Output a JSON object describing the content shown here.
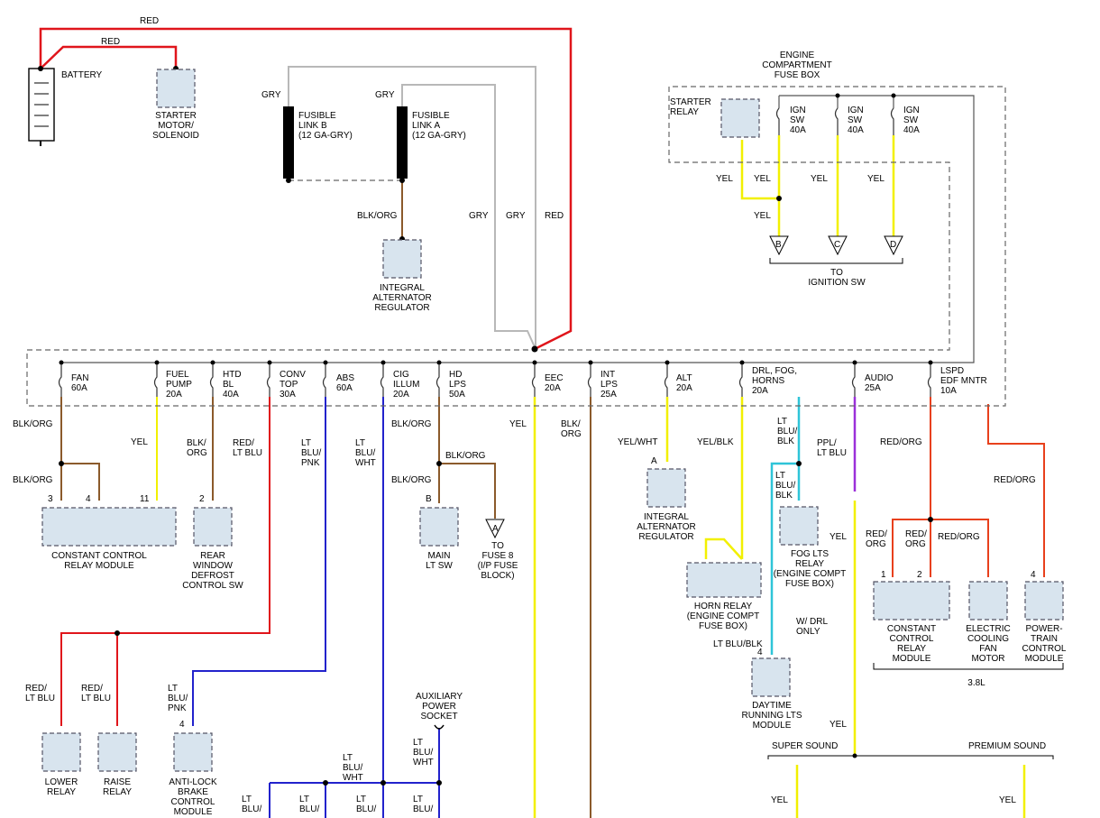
{
  "wire_labels": {
    "red": "RED",
    "gry": "GRY",
    "yel": "YEL",
    "blk_org": "BLK/ORG",
    "blk_org_split": "BLK/\nORG",
    "red_lt_blu": "RED/\nLT BLU",
    "lt_blu_pnk": "LT\nBLU/\nPNK",
    "lt_blu_wht": "LT\nBLU/\nWHT",
    "yel_wht": "YEL/WHT",
    "yel_blk": "YEL/BLK",
    "lt_blu_blk": "LT\nBLU/\nBLK",
    "lt_blu_blk_inline": "LT BLU/BLK",
    "ppl_lt_blu": "PPL/\nLT BLU",
    "red_org": "RED/ORG",
    "red_org_split": "RED/\nORG",
    "red_lt_blu_inline": "RED/\nLT BLU",
    "lt_blu_cut": "LT\nBLU/"
  },
  "components": {
    "battery": "BATTERY",
    "starter": "STARTER\nMOTOR/\nSOLENOID",
    "fusible_b": "FUSIBLE\nLINK B\n(12 GA-GRY)",
    "fusible_a": "FUSIBLE\nLINK A\n(12 GA-GRY)",
    "alt_reg_top": "INTEGRAL\nALTERNATOR\nREGULATOR",
    "engine_fuse_box": "ENGINE\nCOMPARTMENT\nFUSE BOX",
    "starter_relay": "STARTER\nRELAY",
    "to_ign": "TO\nIGNITION SW",
    "ccrm_left": "CONSTANT CONTROL\nRELAY MODULE",
    "rear_defrost": "REAR\nWINDOW\nDEFROST\nCONTROL SW",
    "main_lt_sw": "MAIN\nLT SW",
    "to_fuse8": "TO\nFUSE 8\n(I/P FUSE\nBLOCK)",
    "alt_reg_mid": "INTEGRAL\nALTERNATOR\nREGULATOR",
    "horn_relay": "HORN RELAY\n(ENGINE COMPT\nFUSE BOX)",
    "fog_relay": "FOG LTS\nRELAY\n(ENGINE COMPT\nFUSE BOX)",
    "w_drl": "W/ DRL\nONLY",
    "drl_module": "DAYTIME\nRUNNING LTS\nMODULE",
    "ccrm_right": "CONSTANT\nCONTROL\nRELAY\nMODULE",
    "cooling_fan": "ELECTRIC\nCOOLING\nFAN\nMOTOR",
    "pcm": "POWER-\nTRAIN\nCONTROL\nMODULE",
    "engine_38": "3.8L",
    "lower_relay": "LOWER\nRELAY",
    "raise_relay": "RAISE\nRELAY",
    "abs_module": "ANTI-LOCK\nBRAKE\nCONTROL\nMODULE",
    "aux_socket": "AUXILIARY\nPOWER\nSOCKET",
    "super_sound": "SUPER SOUND",
    "premium_sound": "PREMIUM SOUND"
  },
  "fuses": {
    "fan": "FAN\n60A",
    "fuel": "FUEL\nPUMP\n20A",
    "htd": "HTD\nBL\n40A",
    "conv": "CONV\nTOP\n30A",
    "abs": "ABS\n60A",
    "cig": "CIG\nILLUM\n20A",
    "hd": "HD\nLPS\n50A",
    "eec": "EEC\n20A",
    "int": "INT\nLPS\n25A",
    "alt": "ALT\n20A",
    "drl": "DRL, FOG,\nHORNS\n20A",
    "audio": "AUDIO\n25A",
    "lspd": "LSPD\nEDF MNTR\n10A",
    "ign1": "IGN\nSW\n40A",
    "ign2": "IGN\nSW\n40A",
    "ign3": "IGN\nSW\n40A"
  },
  "pins": {
    "ccrm3": "3",
    "ccrm4": "4",
    "ccrm11": "11",
    "defrost2": "2",
    "mainB": "B",
    "fuse8A": "A",
    "altA": "A",
    "drl4": "4",
    "ccrm1": "1",
    "ccrm2": "2",
    "pcm4": "4",
    "abs4": "4",
    "ignB": "B",
    "ignC": "C",
    "ignD": "D"
  },
  "colors": {
    "red": "#e0151b",
    "gry": "#b8b8b8",
    "yel": "#f2f000",
    "brown": "#8b5a2b",
    "blue": "#2222cc",
    "cyan": "#2ec4d8",
    "purple": "#9b30d9",
    "orange_red": "#e8401c"
  }
}
